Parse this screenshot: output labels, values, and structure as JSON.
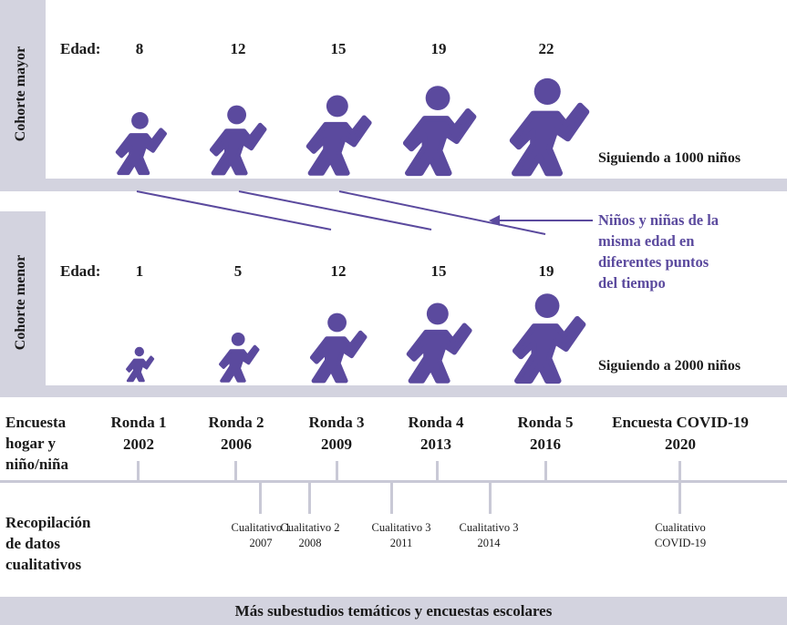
{
  "older_cohort": {
    "label": "Cohorte mayor",
    "age_label": "Edad:",
    "ages": [
      "8",
      "12",
      "15",
      "19",
      "22"
    ],
    "following": "Siguiendo a 1000 niños"
  },
  "younger_cohort": {
    "label": "Cohorte menor",
    "age_label": "Edad:",
    "ages": [
      "1",
      "5",
      "12",
      "15",
      "19"
    ],
    "following": "Siguiendo a 2000 niños"
  },
  "annotation": {
    "lines": [
      "Niños y niñas de la",
      "misma edad en",
      "diferentes puntos",
      "del tiempo"
    ],
    "color": "#5b4a9e"
  },
  "survey": {
    "label_lines": [
      "Encuesta",
      "hogar y",
      "niño/niña"
    ],
    "rounds": [
      {
        "name": "Ronda 1",
        "year": "2002"
      },
      {
        "name": "Ronda 2",
        "year": "2006"
      },
      {
        "name": "Ronda 3",
        "year": "2009"
      },
      {
        "name": "Ronda 4",
        "year": "2013"
      },
      {
        "name": "Ronda 5",
        "year": "2016"
      },
      {
        "name": "Encuesta COVID-19",
        "year": "2020"
      }
    ]
  },
  "qualitative": {
    "label_lines": [
      "Recopilación",
      "de datos",
      "cualitativos"
    ],
    "items": [
      {
        "name": "Cualitativo 1",
        "year": "2007"
      },
      {
        "name": "Cualitativo 2",
        "year": "2008"
      },
      {
        "name": "Cualitativo 3",
        "year": "2011"
      },
      {
        "name": "Cualitativo 3",
        "year": "2014"
      },
      {
        "name": "Cualitativo",
        "year": "COVID-19"
      }
    ]
  },
  "footer": "Más subestudios temáticos y encuestas escolares",
  "colors": {
    "figure": "#5b4a9e",
    "band": "#d3d3df",
    "tick": "#c9c9d6"
  }
}
